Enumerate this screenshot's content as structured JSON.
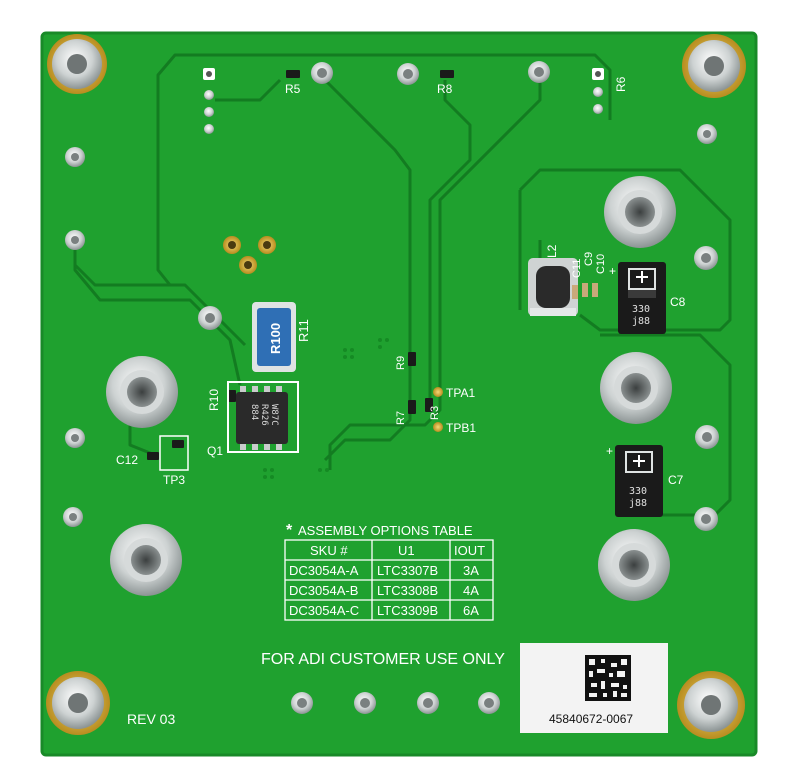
{
  "board": {
    "colors": {
      "pcb": "#1fa12f",
      "pcb_dark": "#158a24",
      "trace": "#117a1f",
      "silk": "#ffffff",
      "gold": "#d8b33a",
      "tin": "#cfd3d3",
      "ic": "#2a2a2a",
      "resistor": "#2f6fb5"
    }
  },
  "refdes": {
    "R5": "R5",
    "R8": "R8",
    "R6": "R6",
    "R11": "R11",
    "R100": "R100",
    "R10": "R10",
    "Q1": "Q1",
    "R9": "R9",
    "R7": "R7",
    "R3": "R3",
    "TPA1": "TPA1",
    "TPB1": "TPB1",
    "C12": "C12",
    "TP3": "TP3",
    "L2": "L2",
    "C11": "C11",
    "C9": "C9",
    "C10": "C10",
    "C8": "C8",
    "C7": "C7"
  },
  "ic_marking": {
    "line1": "R426",
    "line2": "884",
    "line3": "W87C"
  },
  "cap_marking": {
    "c8_value": "330",
    "c8_code": "j88",
    "c7_value": "330",
    "c7_code": "j88",
    "polarity": "+"
  },
  "assembly_table": {
    "title": "ASSEMBLY OPTIONS TABLE",
    "asterisk": "*",
    "headers": [
      "SKU #",
      "U1",
      "IOUT"
    ],
    "rows": [
      [
        "DC3054A-A",
        "LTC3307B",
        "3A"
      ],
      [
        "DC3054A-B",
        "LTC3308B",
        "4A"
      ],
      [
        "DC3054A-C",
        "LTC3309B",
        "6A"
      ]
    ]
  },
  "footer": {
    "notice": "FOR ADI CUSTOMER USE ONLY",
    "revision": "REV 03",
    "barcode_number": "45840672-0067"
  }
}
